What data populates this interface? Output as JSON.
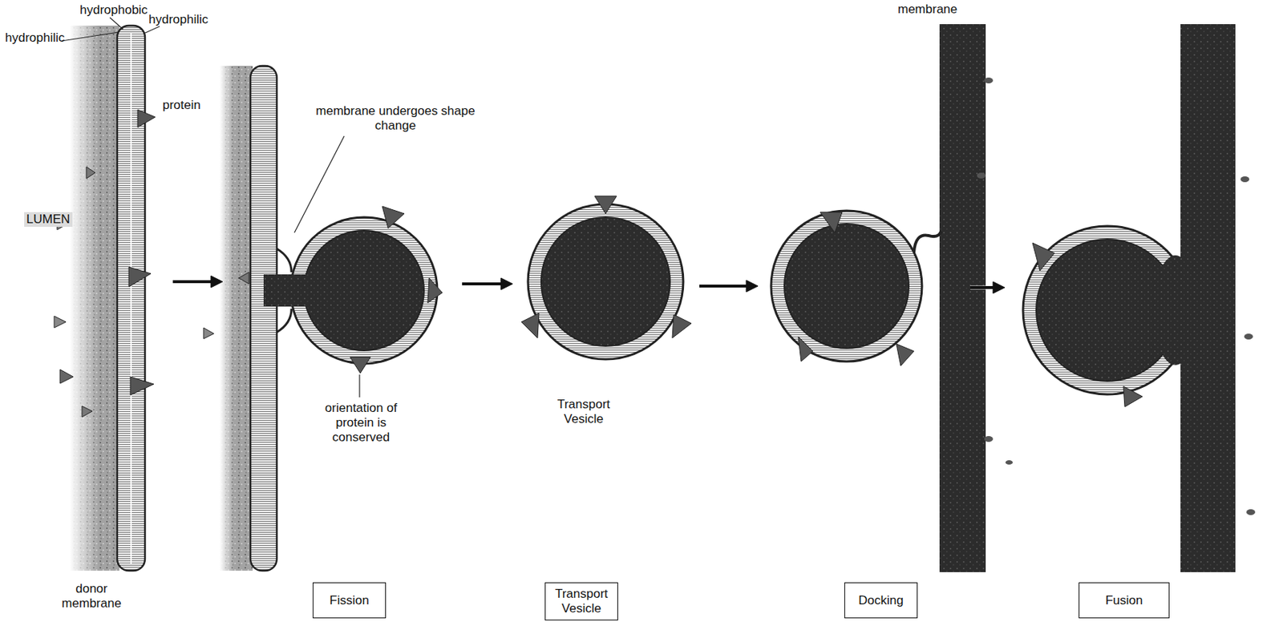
{
  "diagram": {
    "nodes": [
      {
        "text": [
          "Fission"
        ]
      },
      {
        "text": [
          "Transport Vesicle"
        ]
      },
      {
        "text": [
          "Docking"
        ]
      },
      {
        "text": [
          "Fusion"
        ]
      }
    ],
    "labels": [
      "hydrophobic",
      "hydrophilic",
      "hydrophilic",
      "protein",
      "LUMEN",
      "membrane undergoes shape change",
      "orientation of protein is conserved",
      "Transport Vesicle",
      "donor membrane",
      "membrane"
    ]
  }
}
